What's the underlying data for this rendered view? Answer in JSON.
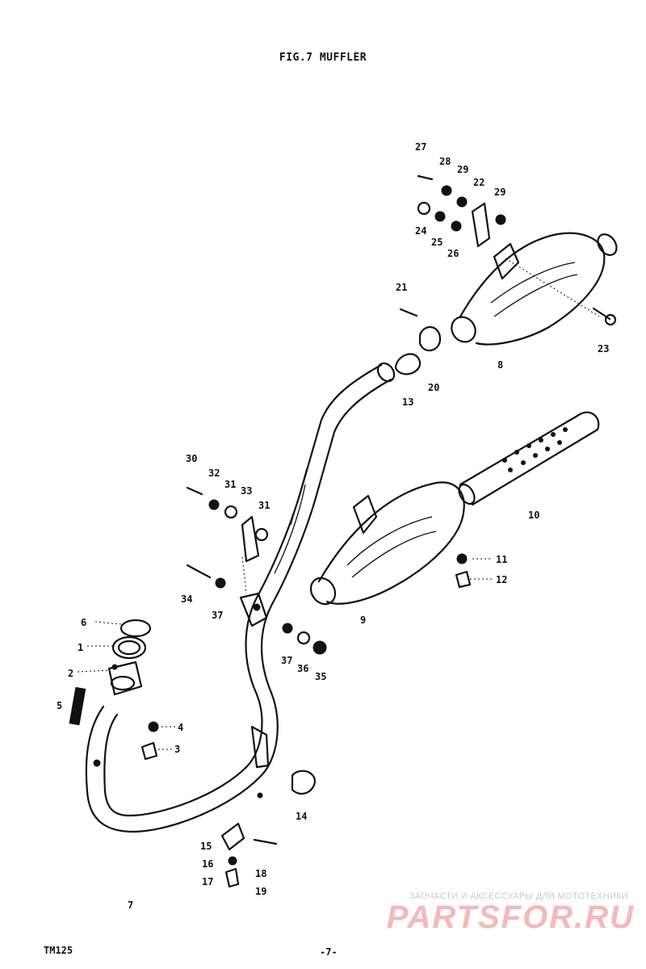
{
  "title": "FIG.7 MUFFLER",
  "footer": {
    "model": "TM125",
    "page": "-7-"
  },
  "watermark": {
    "tagline": "ЗАПЧАСТИ И АКСЕССУАРЫ ДЛЯ МОТОТЕХНИКИ",
    "logo": "PARTSFOR.RU"
  },
  "callouts": [
    {
      "id": "1"
    },
    {
      "id": "2"
    },
    {
      "id": "3"
    },
    {
      "id": "4"
    },
    {
      "id": "5"
    },
    {
      "id": "6"
    },
    {
      "id": "7"
    },
    {
      "id": "8"
    },
    {
      "id": "9"
    },
    {
      "id": "10"
    },
    {
      "id": "11"
    },
    {
      "id": "12"
    },
    {
      "id": "13"
    },
    {
      "id": "14"
    },
    {
      "id": "15"
    },
    {
      "id": "16"
    },
    {
      "id": "17"
    },
    {
      "id": "18"
    },
    {
      "id": "19"
    },
    {
      "id": "20"
    },
    {
      "id": "21"
    },
    {
      "id": "22"
    },
    {
      "id": "23"
    },
    {
      "id": "24"
    },
    {
      "id": "25"
    },
    {
      "id": "26"
    },
    {
      "id": "27"
    },
    {
      "id": "28"
    },
    {
      "id": "29"
    },
    {
      "id": "29"
    },
    {
      "id": "30"
    },
    {
      "id": "31"
    },
    {
      "id": "31"
    },
    {
      "id": "32"
    },
    {
      "id": "33"
    },
    {
      "id": "34"
    },
    {
      "id": "35"
    },
    {
      "id": "35"
    },
    {
      "id": "36"
    },
    {
      "id": "37"
    },
    {
      "id": "37"
    }
  ]
}
